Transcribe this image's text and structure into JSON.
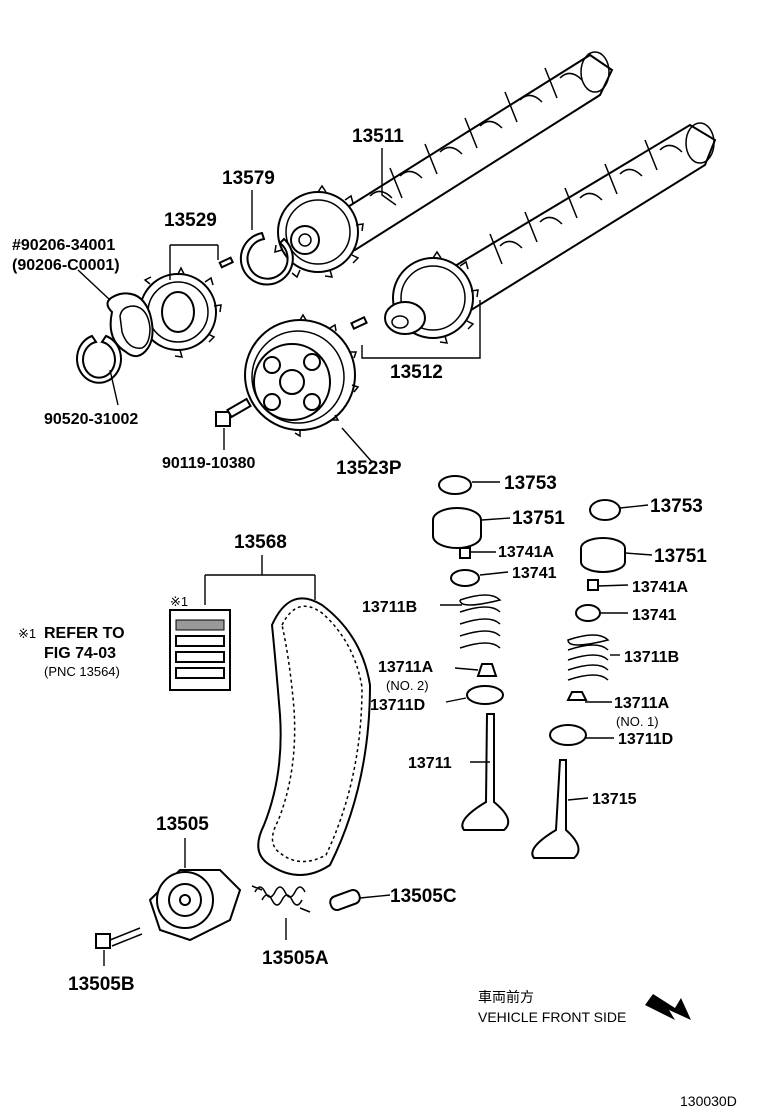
{
  "parts": {
    "p13511": "13511",
    "p13579": "13579",
    "p13529": "13529",
    "p90206a": "#90206-34001",
    "p90206b": "(90206-C0001)",
    "p90520": "90520-31002",
    "p90119": "90119-10380",
    "p13523P": "13523P",
    "p13512": "13512",
    "p13753a": "13753",
    "p13753b": "13753",
    "p13751a": "13751",
    "p13751b": "13751",
    "p13741Aa": "13741A",
    "p13741Ab": "13741A",
    "p13741a": "13741",
    "p13741b": "13741",
    "p13711Ba": "13711B",
    "p13711Bb": "13711B",
    "p13711Aa": "13711A",
    "p13711Ab": "13711A",
    "no2": "(NO. 2)",
    "no1": "(NO. 1)",
    "p13711Da": "13711D",
    "p13711Db": "13711D",
    "p13711": "13711",
    "p13715": "13715",
    "p13568": "13568",
    "p13505": "13505",
    "p13505C": "13505C",
    "p13505A": "13505A",
    "p13505B": "13505B"
  },
  "refer": {
    "mark": "※1",
    "line1": "REFER TO",
    "line2": "FIG 74-03",
    "line3": "(PNC 13564)",
    "label_mark": "※1"
  },
  "direction": {
    "japanese": "車両前方",
    "english": "VEHICLE FRONT SIDE",
    "icon": "arrow-down-right-icon"
  },
  "figure_id": "130030D"
}
